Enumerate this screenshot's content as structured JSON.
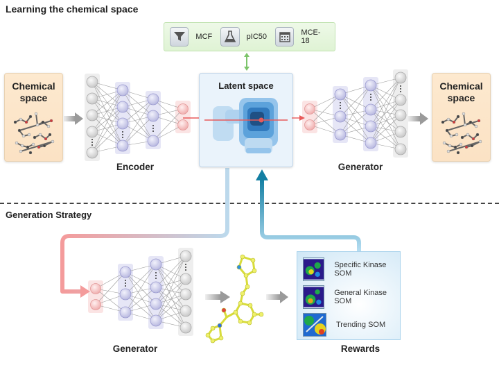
{
  "sections": {
    "learning_title": "Learning the chemical space",
    "generation_title": "Generation Strategy"
  },
  "metrics": [
    {
      "icon": "funnel-icon",
      "label": "MCF"
    },
    {
      "icon": "flask-icon",
      "label": "pIC50"
    },
    {
      "icon": "calendar-icon",
      "label": "MCE-18"
    }
  ],
  "chemical_space_left": {
    "title_line1": "Chemical",
    "title_line2": "space"
  },
  "chemical_space_right": {
    "title_line1": "Chemical",
    "title_line2": "space"
  },
  "labels": {
    "encoder": "Encoder",
    "latent_space": "Latent space",
    "generator_top": "Generator",
    "generator_bottom": "Generator",
    "rewards": "Rewards"
  },
  "rewards": [
    {
      "label": "Specific Kinase SOM"
    },
    {
      "label": "General Kinase SOM"
    },
    {
      "label": "Trending SOM"
    }
  ],
  "colors": {
    "latent_arrow": "#e85a5a",
    "feedback_arrow": "#1587a8",
    "input_node": "#f6c9c9",
    "hidden_node": "#d7d7f0",
    "output_node": "#dedede",
    "metric_panel": "#e4f5dc"
  }
}
